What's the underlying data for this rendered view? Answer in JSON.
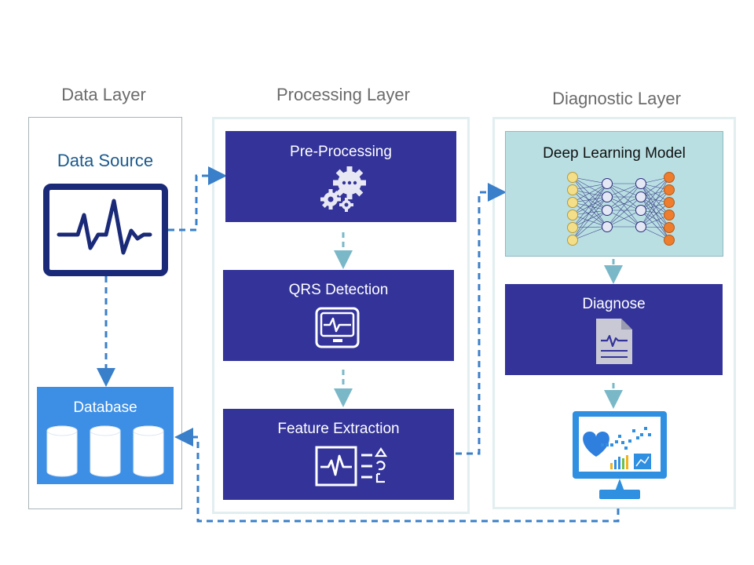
{
  "layers": {
    "data": "Data Layer",
    "processing": "Processing Layer",
    "diagnostic": "Diagnostic Layer"
  },
  "data_layer": {
    "source_label": "Data Source",
    "database_label": "Database",
    "source_icon": "ecg-monitor-icon",
    "database_icon": "database-cylinders-icon"
  },
  "processing_layer": {
    "steps": [
      {
        "label": "Pre-Processing",
        "icon": "gears-icon"
      },
      {
        "label": "QRS Detection",
        "icon": "ecg-monitor-icon"
      },
      {
        "label": "Feature Extraction",
        "icon": "feature-list-icon"
      }
    ]
  },
  "diagnostic_layer": {
    "model_label": "Deep Learning Model",
    "diagnose_label": "Diagnose",
    "model_icon": "neural-network-icon",
    "diagnose_icon": "report-document-icon",
    "display_icon": "health-dashboard-monitor-icon"
  },
  "colors": {
    "box_fill": "#33339a",
    "model_fill": "#b9dfe3",
    "database_fill": "#3d8fe6",
    "connector": "#3a7fc9",
    "connector_inner": "#7ab8c8",
    "panel_border": "#e2eef0",
    "input_node": "#f3df8a",
    "hidden_node": "#e4e8f4",
    "output_node": "#ee7d2e"
  }
}
